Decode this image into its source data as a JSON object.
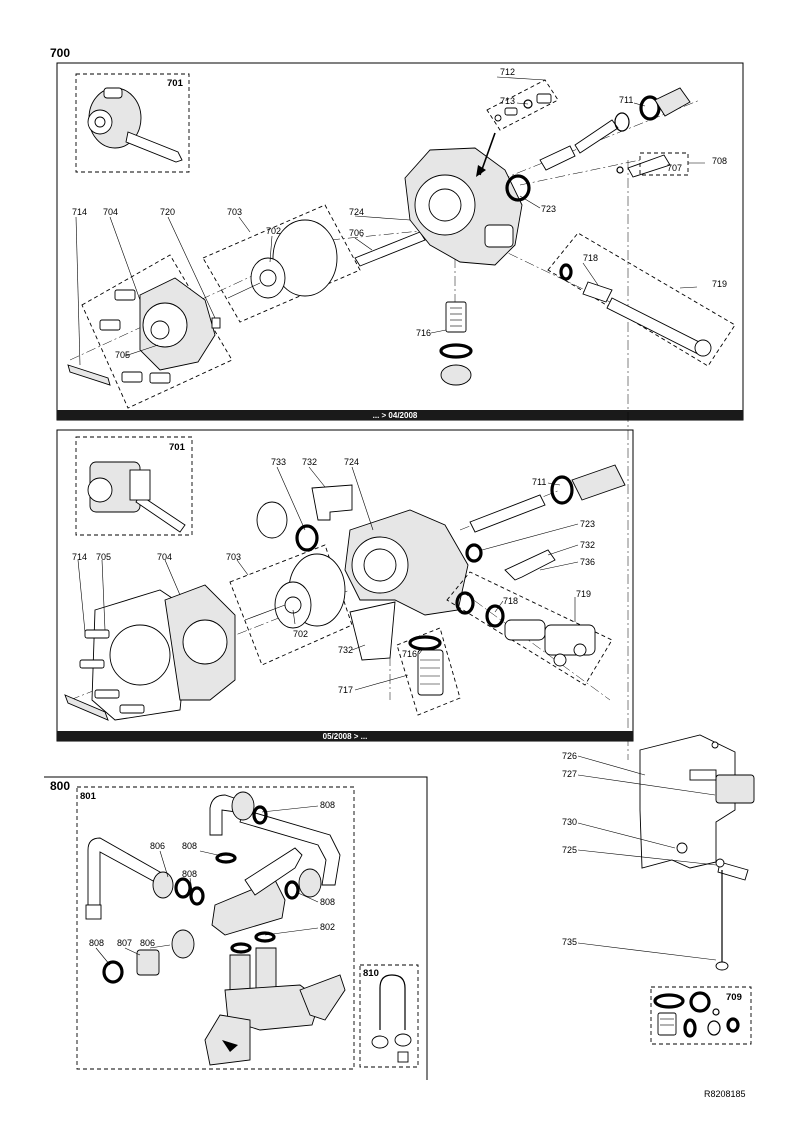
{
  "sections": {
    "s700": "700",
    "s800": "800",
    "s801": "801",
    "s810": "810",
    "s709": "709",
    "s701a": "701",
    "s701b": "701"
  },
  "bars": {
    "top": "... > 04/2008",
    "bottom": "05/2008 > ..."
  },
  "labels_top": {
    "l714": "714",
    "l704": "704",
    "l720": "720",
    "l703": "703",
    "l702": "702",
    "l705": "705",
    "l724": "724",
    "l706": "706",
    "l716": "716",
    "l712": "712",
    "l713": "713",
    "l711": "711",
    "l708": "708",
    "l707": "707",
    "l723": "723",
    "l718": "718",
    "l719": "719"
  },
  "labels_mid": {
    "l733": "733",
    "l732a": "732",
    "l724": "724",
    "l711": "711",
    "l723": "723",
    "l732b": "732",
    "l736": "736",
    "l719": "719",
    "l718": "718",
    "l714": "714",
    "l705": "705",
    "l704": "704",
    "l703": "703",
    "l702": "702",
    "l732c": "732",
    "l716": "716",
    "l717": "717"
  },
  "labels_800": {
    "l808a": "808",
    "l806a": "806",
    "l808b": "808",
    "l808c": "808",
    "l808d": "808",
    "l802": "802",
    "l808e": "808",
    "l807": "807",
    "l806b": "806"
  },
  "labels_right": {
    "l726": "726",
    "l727": "727",
    "l730": "730",
    "l725": "725",
    "l735": "735"
  },
  "reference": "R8208185"
}
